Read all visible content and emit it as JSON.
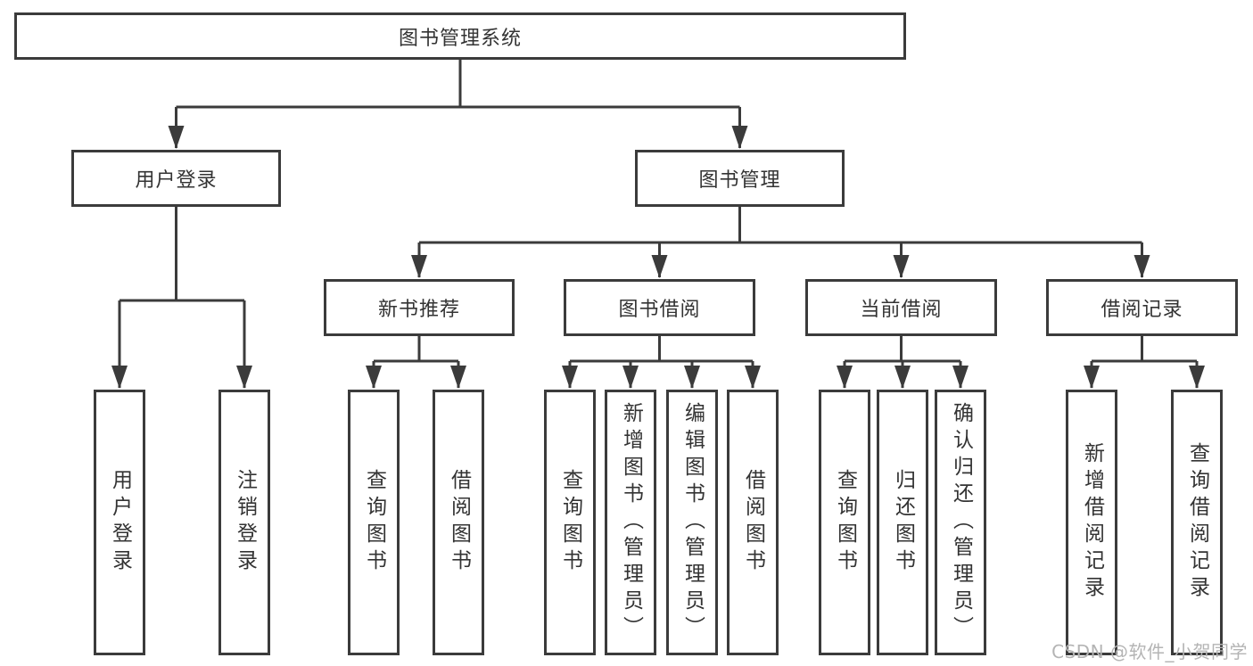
{
  "diagram": {
    "tree": {
      "label": "图书管理系统",
      "children": [
        {
          "label": "用户登录",
          "children": [
            {
              "label": "用户登录"
            },
            {
              "label": "注销登录"
            }
          ]
        },
        {
          "label": "图书管理",
          "children": [
            {
              "label": "新书推荐",
              "children": [
                {
                  "label": "查询图书"
                },
                {
                  "label": "借阅图书"
                }
              ]
            },
            {
              "label": "图书借阅",
              "children": [
                {
                  "label": "查询图书"
                },
                {
                  "label": "新增图书（管理员）"
                },
                {
                  "label": "编辑图书（管理员）"
                },
                {
                  "label": "借阅图书"
                }
              ]
            },
            {
              "label": "当前借阅",
              "children": [
                {
                  "label": "查询图书"
                },
                {
                  "label": "归还图书"
                },
                {
                  "label": "确认归还（管理员）"
                }
              ]
            },
            {
              "label": "借阅记录",
              "children": [
                {
                  "label": "新增借阅记录"
                },
                {
                  "label": "查询借阅记录"
                }
              ]
            }
          ]
        }
      ]
    },
    "line_color": "#3b3b3b",
    "text_color": "#333333",
    "watermark": "CSDN @软件_小贺同学"
  }
}
